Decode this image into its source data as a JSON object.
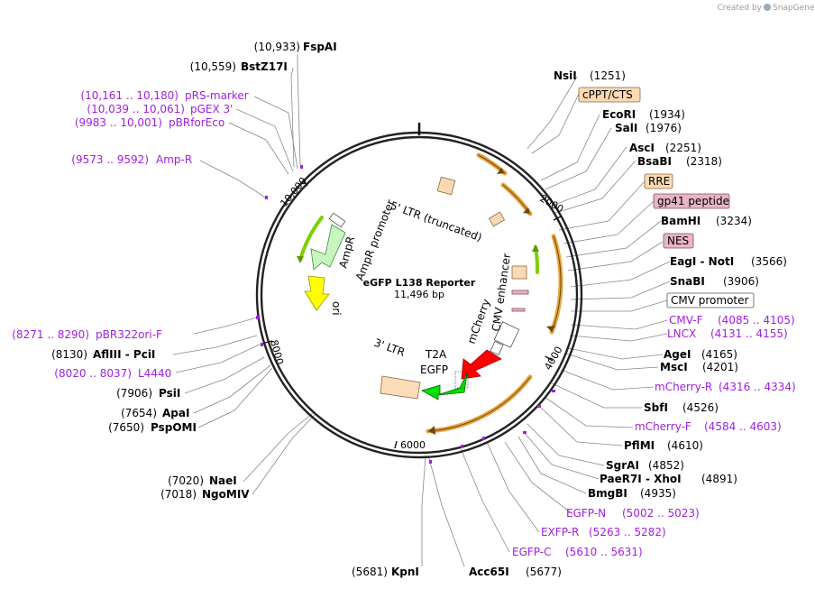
{
  "credit": {
    "prefix": "Created by",
    "brand": "SnapGene"
  },
  "plasmid": {
    "name": "eGFP L138 Reporter",
    "size": "11,496 bp"
  },
  "ticks": [
    {
      "label": "2000"
    },
    {
      "label": "4000"
    },
    {
      "label": "6000"
    },
    {
      "label": "8000"
    },
    {
      "label": "10,000"
    }
  ],
  "sites": [
    {
      "pos": "(10,933)",
      "name": "FspAI",
      "style": "enzyme"
    },
    {
      "pos": "(10,559)",
      "name": "BstZ17I",
      "style": "enzyme"
    },
    {
      "pos": "(10,161 .. 10,180)",
      "name": "pRS-marker",
      "style": "primer"
    },
    {
      "pos": "(10,039 .. 10,061)",
      "name": "pGEX 3'",
      "style": "primer"
    },
    {
      "pos": "(9983 .. 10,001)",
      "name": "pBRforEco",
      "style": "primer"
    },
    {
      "pos": "(9573 .. 9592)",
      "name": "Amp-R",
      "style": "primer"
    },
    {
      "pos": "(8271 .. 8290)",
      "name": "pBR322ori-F",
      "style": "primer"
    },
    {
      "pos": "(8130)",
      "name": "AflIII - PciI",
      "style": "enzyme"
    },
    {
      "pos": "(8020 .. 8037)",
      "name": "L4440",
      "style": "primer"
    },
    {
      "pos": "(7906)",
      "name": "PsiI",
      "style": "enzyme"
    },
    {
      "pos": "(7654)",
      "name": "ApaI",
      "style": "enzyme"
    },
    {
      "pos": "(7650)",
      "name": "PspOMI",
      "style": "enzyme"
    },
    {
      "pos": "(7020)",
      "name": "NaeI",
      "style": "enzyme"
    },
    {
      "pos": "(7018)",
      "name": "NgoMIV",
      "style": "enzyme"
    },
    {
      "pos": "(1251)",
      "name": "NsiI",
      "style": "enzyme"
    },
    {
      "pos": "",
      "name": "cPPT/CTS",
      "style": "box-orange"
    },
    {
      "pos": "(1934)",
      "name": "EcoRI",
      "style": "enzyme"
    },
    {
      "pos": "(1976)",
      "name": "SalI",
      "style": "enzyme"
    },
    {
      "pos": "(2251)",
      "name": "AscI",
      "style": "enzyme"
    },
    {
      "pos": "(2318)",
      "name": "BsaBI",
      "style": "enzyme"
    },
    {
      "pos": "",
      "name": "RRE",
      "style": "box-orange"
    },
    {
      "pos": "",
      "name": "gp41 peptide",
      "style": "box-pink"
    },
    {
      "pos": "(3234)",
      "name": "BamHI",
      "style": "enzyme"
    },
    {
      "pos": "",
      "name": "NES",
      "style": "box-pink"
    },
    {
      "pos": "(3566)",
      "name": "EagI - NotI",
      "style": "enzyme"
    },
    {
      "pos": "(3906)",
      "name": "SnaBI",
      "style": "enzyme"
    },
    {
      "pos": "",
      "name": "CMV promoter",
      "style": "box-white"
    },
    {
      "pos": "(4085 .. 4105)",
      "name": "CMV-F",
      "style": "primer"
    },
    {
      "pos": "(4131 .. 4155)",
      "name": "LNCX",
      "style": "primer"
    },
    {
      "pos": "(4165)",
      "name": "AgeI",
      "style": "enzyme"
    },
    {
      "pos": "(4201)",
      "name": "MscI",
      "style": "enzyme"
    },
    {
      "pos": "(4316 .. 4334)",
      "name": "mCherry-R",
      "style": "primer"
    },
    {
      "pos": "(4526)",
      "name": "SbfI",
      "style": "enzyme"
    },
    {
      "pos": "(4584 .. 4603)",
      "name": "mCherry-F",
      "style": "primer"
    },
    {
      "pos": "(4610)",
      "name": "PflMI",
      "style": "enzyme"
    },
    {
      "pos": "(4852)",
      "name": "SgrAI",
      "style": "enzyme"
    },
    {
      "pos": "(4891)",
      "name": "PaeR7I - XhoI",
      "style": "enzyme"
    },
    {
      "pos": "(4935)",
      "name": "BmgBI",
      "style": "enzyme"
    },
    {
      "pos": "(5002 .. 5023)",
      "name": "EGFP-N",
      "style": "primer"
    },
    {
      "pos": "(5263 .. 5282)",
      "name": "EXFP-R",
      "style": "primer"
    },
    {
      "pos": "(5610 .. 5631)",
      "name": "EGFP-C",
      "style": "primer"
    },
    {
      "pos": "(5681)",
      "name": "KpnI",
      "style": "enzyme"
    },
    {
      "pos": "(5677)",
      "name": "Acc65I",
      "style": "enzyme"
    }
  ],
  "features": [
    {
      "name": "5' LTR (truncated)"
    },
    {
      "name": "AmpR"
    },
    {
      "name": "AmpR promoter"
    },
    {
      "name": "ori"
    },
    {
      "name": "CMV enhancer"
    },
    {
      "name": "mCherry"
    },
    {
      "name": "T2A"
    },
    {
      "name": "EGFP"
    },
    {
      "name": "3' LTR"
    }
  ],
  "colors": {
    "backbone": "#222222",
    "enzyme": "#000000",
    "primer": "#a020e0",
    "orange_box": "#fbd9b4",
    "pink_box": "#e8b4c8",
    "misc_feature": "#e8a33c",
    "ampr": "#c9f5c0",
    "ori": "#ffff00",
    "mcherry": "#ff0000",
    "egfp": "#00e000",
    "ltr": "#fddcb8"
  }
}
